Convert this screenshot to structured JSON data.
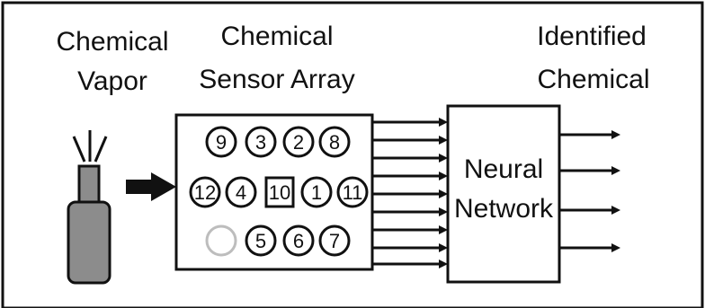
{
  "labels": {
    "vapor_line1": "Chemical",
    "vapor_line2": "Vapor",
    "sensor_line1": "Chemical",
    "sensor_line2": "Sensor Array",
    "identified_line1": "Identified",
    "identified_line2": "Chemical"
  },
  "neural_network": {
    "line1": "Neural",
    "line2": "Network"
  },
  "sensors": {
    "row1": [
      "9",
      "3",
      "2",
      "8"
    ],
    "row2": [
      "12",
      "4",
      "10",
      "1",
      "11"
    ],
    "row3": [
      "5",
      "6",
      "7"
    ]
  },
  "colors": {
    "ink": "#111111",
    "bottle": "#8c8c8c",
    "empty_sensor": "#bdbdbd"
  }
}
